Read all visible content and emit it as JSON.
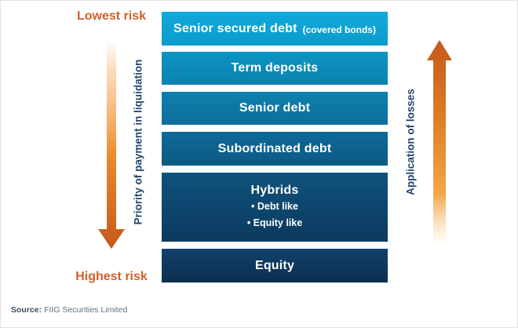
{
  "diagram": {
    "lowest_risk_label": "Lowest risk",
    "highest_risk_label": "Highest risk",
    "left_axis_label": "Priority of payment in liquidation",
    "right_axis_label": "Application of losses"
  },
  "bars": [
    {
      "title": "Senior secured debt",
      "suffix": "(covered bonds)",
      "color_top": "#11a9da",
      "color_bottom": "#099ccc"
    },
    {
      "title": "Term deposits",
      "color_top": "#0d94c2",
      "color_bottom": "#0a82ae"
    },
    {
      "title": "Senior debt",
      "color_top": "#0f80ae",
      "color_bottom": "#0b6e9a"
    },
    {
      "title": "Subordinated debt",
      "color_top": "#0f6997",
      "color_bottom": "#0c5a84"
    },
    {
      "title": "Hybrids",
      "bullets": [
        "• Debt like",
        "• Equity like"
      ],
      "color_top": "#0f527c",
      "color_bottom": "#0c3a60"
    },
    {
      "title": "Equity",
      "color_top": "#12406a",
      "color_bottom": "#0c2f50"
    }
  ],
  "source": {
    "label": "Source:",
    "text": "FIIG Securities Limited"
  },
  "colors": {
    "risk_label_orange": "#d0612a",
    "arrow_orange_dark": "#c5581b",
    "arrow_orange_mid": "#ea8c2d",
    "arrow_orange_light": "#f3a64a",
    "axis_label_navy": "#24456e",
    "bar_text_white": "#ffffff",
    "source_label_color": "#3a4f63",
    "source_text_color": "#5f7080"
  }
}
